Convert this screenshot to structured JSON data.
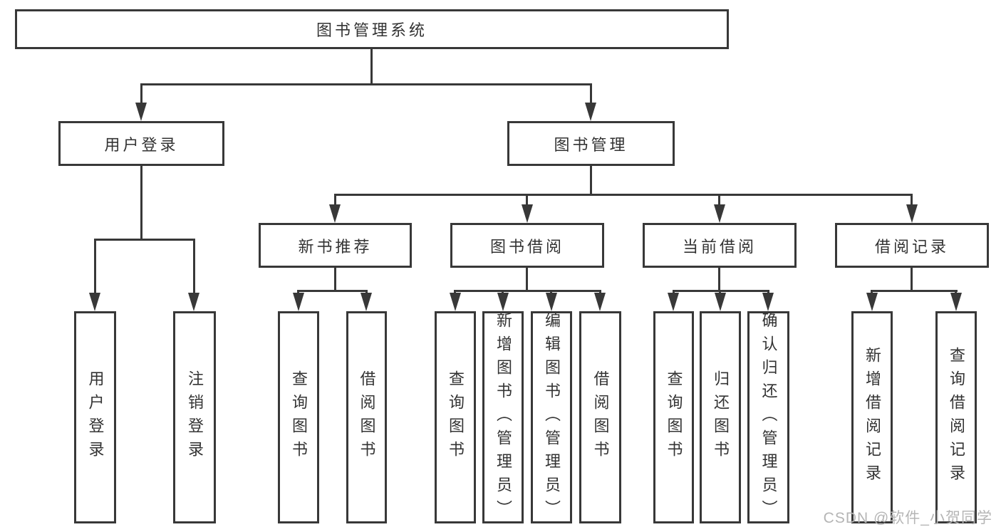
{
  "diagram": {
    "title": "图书管理系统",
    "nodes": {
      "root": "图书管理系统",
      "user_login": "用户登录",
      "book_mgmt": "图书管理",
      "new_book_rec": "新书推荐",
      "book_borrow": "图书借阅",
      "current_borrow": "当前借阅",
      "borrow_record": "借阅记录",
      "leaf_user_login": "用户登录",
      "leaf_logout": "注销登录",
      "leaf_nb_query": "查询图书",
      "leaf_nb_borrow": "借阅图书",
      "leaf_bb_query": "查询图书",
      "leaf_bb_add": "新增图书（管理员）",
      "leaf_bb_edit": "编辑图书（管理员）",
      "leaf_bb_borrow": "借阅图书",
      "leaf_cb_query": "查询图书",
      "leaf_cb_return": "归还图书",
      "leaf_cb_confirm": "确认归还（管理员）",
      "leaf_br_add": "新增借阅记录",
      "leaf_br_query": "查询借阅记录"
    },
    "colors": {
      "line": "#383838",
      "text": "#333333",
      "watermark": "#b5b5b5",
      "background": "#ffffff"
    }
  },
  "watermark": "CSDN @软件_小贺同学"
}
